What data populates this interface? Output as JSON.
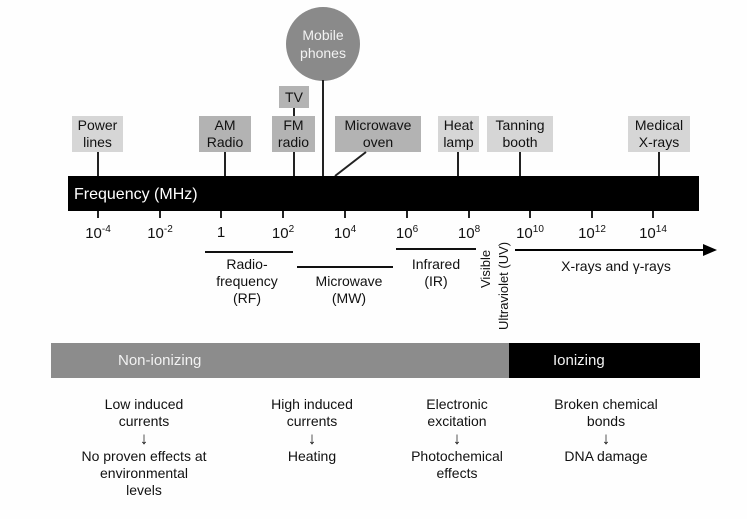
{
  "axis": {
    "label": "Frequency (MHz)",
    "ticks": [
      {
        "base": "10",
        "exp": "-4"
      },
      {
        "base": "10",
        "exp": "-2"
      },
      {
        "base": "1",
        "exp": ""
      },
      {
        "base": "10",
        "exp": "2"
      },
      {
        "base": "10",
        "exp": "4"
      },
      {
        "base": "10",
        "exp": "6"
      },
      {
        "base": "10",
        "exp": "8"
      },
      {
        "base": "10",
        "exp": "10"
      },
      {
        "base": "10",
        "exp": "12"
      },
      {
        "base": "10",
        "exp": "14"
      }
    ]
  },
  "sources": {
    "power_lines": [
      "Power",
      "lines"
    ],
    "am_radio": [
      "AM",
      "Radio"
    ],
    "tv": "TV",
    "fm_radio": [
      "FM",
      "radio"
    ],
    "mobile_phones": [
      "Mobile",
      "phones"
    ],
    "microwave_oven": [
      "Microwave",
      "oven"
    ],
    "heat_lamp": [
      "Heat",
      "lamp"
    ],
    "tanning_booth": [
      "Tanning",
      "booth"
    ],
    "medical_xrays": [
      "Medical",
      "X-rays"
    ]
  },
  "bands": {
    "rf": [
      "Radio-",
      "frequency",
      "(RF)"
    ],
    "mw": [
      "Microwave",
      "(MW)"
    ],
    "ir": [
      "Infrared",
      "(IR)"
    ],
    "visible": "Visible",
    "uv": "Ultraviolet (UV)",
    "xray": "X-rays and γ-rays"
  },
  "ionization": {
    "non_ionizing": "Non-ionizing",
    "ionizing": "Ionizing"
  },
  "effects": [
    {
      "cause": [
        "Low induced",
        "currents"
      ],
      "effect": [
        "No proven effects at",
        "environmental",
        "levels"
      ]
    },
    {
      "cause": [
        "High induced",
        "currents"
      ],
      "effect": [
        "Heating"
      ]
    },
    {
      "cause": [
        "Electronic",
        "excitation"
      ],
      "effect": [
        "Photochemical",
        "effects"
      ]
    },
    {
      "cause": [
        "Broken chemical",
        "bonds"
      ],
      "effect": [
        "DNA damage"
      ]
    }
  ],
  "colors": {
    "frequency_bar": "#000000",
    "non_ionizing": "#8c8c8c",
    "ionizing": "#000000",
    "light_box": "#d6d6d6",
    "mid_box": "#b3b3b3",
    "circle": "#8a8a8a"
  }
}
